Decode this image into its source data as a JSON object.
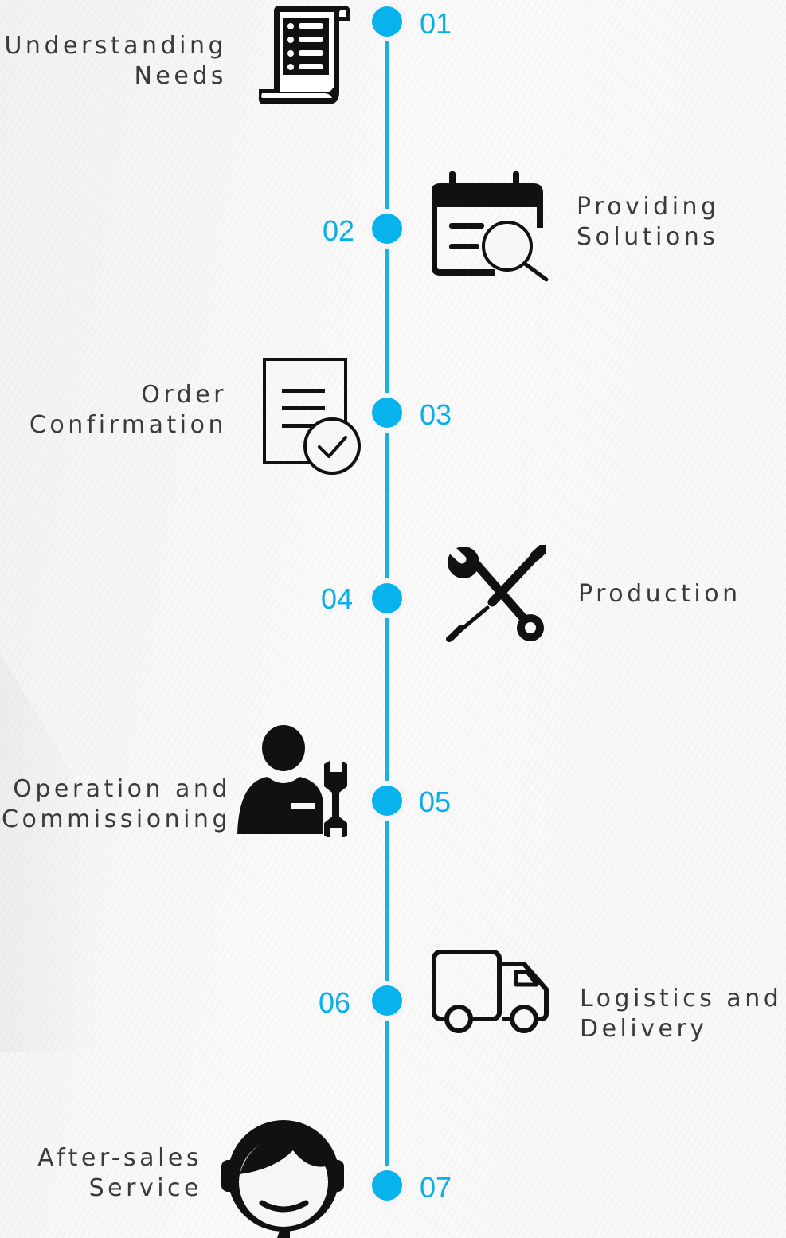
{
  "steps": [
    {
      "number": "01",
      "lines": [
        "Understanding",
        "Needs"
      ],
      "icon": "scroll-list-icon"
    },
    {
      "number": "02",
      "lines": [
        "Providing",
        "Solutions"
      ],
      "icon": "calendar-search-icon"
    },
    {
      "number": "03",
      "lines": [
        "Order",
        "Confirmation"
      ],
      "icon": "document-check-icon"
    },
    {
      "number": "04",
      "lines": [
        "Production"
      ],
      "icon": "wrench-screwdriver-icon"
    },
    {
      "number": "05",
      "lines": [
        "Operation and",
        "Commissioning"
      ],
      "icon": "technician-wrench-icon"
    },
    {
      "number": "06",
      "lines": [
        "Logistics and",
        "Delivery"
      ],
      "icon": "truck-icon"
    },
    {
      "number": "07",
      "lines": [
        "After-sales",
        "Service"
      ],
      "icon": "headset-agent-icon"
    }
  ],
  "colors": {
    "accent": "#07b3ec",
    "line": "#1cb0e2",
    "text": "#3a3a3a",
    "icon": "#111111"
  }
}
